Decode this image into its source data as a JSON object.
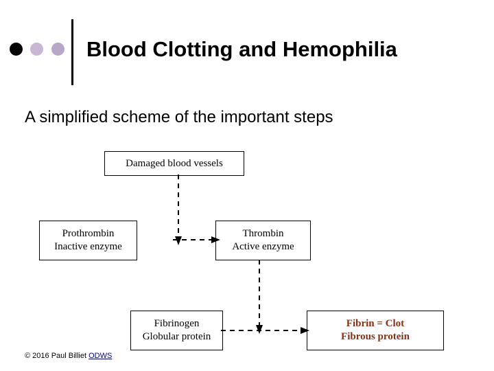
{
  "title": {
    "text": "Blood Clotting and Hemophilia",
    "bullets": [
      {
        "name": "bullet-black",
        "color": "#000000"
      },
      {
        "name": "bullet-lavender",
        "color": "#c9b7d4"
      },
      {
        "name": "bullet-violet",
        "color": "#b9a7c9"
      }
    ]
  },
  "subtitle": {
    "text": "A simplified scheme of the important steps"
  },
  "diagram": {
    "type": "flowchart",
    "boxes": [
      {
        "id": "damaged-blood-vessels",
        "lines": [
          "Damaged blood vessels"
        ],
        "color": "#000000"
      },
      {
        "id": "prothrombin",
        "lines": [
          "Prothrombin",
          "Inactive enzyme"
        ],
        "color": "#000000"
      },
      {
        "id": "thrombin",
        "lines": [
          "Thrombin",
          "Active enzyme"
        ],
        "color": "#000000"
      },
      {
        "id": "fibrinogen",
        "lines": [
          "Fibrinogen",
          "Globular protein"
        ],
        "color": "#000000"
      },
      {
        "id": "fibrin",
        "lines": [
          "Fibrin = Clot",
          "Fibrous protein"
        ],
        "color": "#8a2f12"
      }
    ],
    "arrows": [
      {
        "id": "damaged-to-junction",
        "style": "dashed",
        "direction": "down"
      },
      {
        "id": "prothrombin-to-thrombin",
        "style": "dashed",
        "direction": "right"
      },
      {
        "id": "thrombin-to-junction",
        "style": "dashed",
        "direction": "down"
      },
      {
        "id": "fibrinogen-to-fibrin",
        "style": "dashed",
        "direction": "right"
      }
    ]
  },
  "footer": {
    "copyright": "© 2016 Paul Billiet ",
    "link": "ODWS"
  }
}
